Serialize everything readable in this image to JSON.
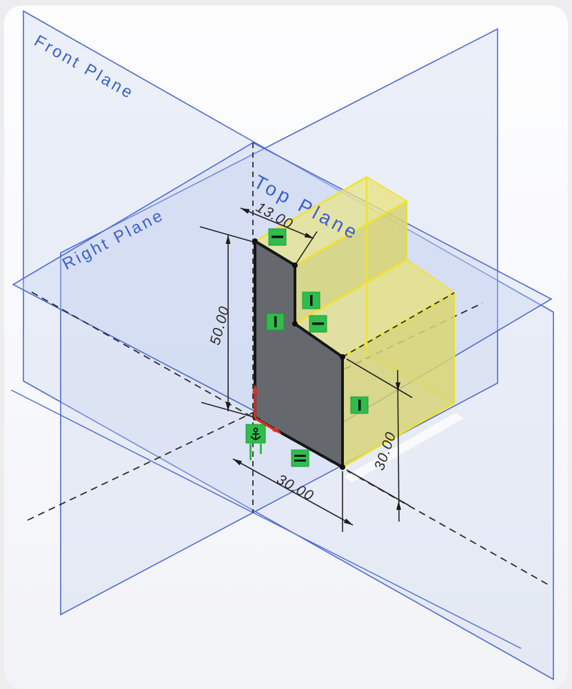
{
  "viewport": {
    "type": "3d-cad-viewport",
    "description": "Isometric CAD view with reference planes, L-shaped sketch profile and yellow extrude preview"
  },
  "planes": {
    "front": {
      "label": "Front Plane"
    },
    "right": {
      "label": "Right Plane"
    },
    "top": {
      "label": "Top Plane"
    }
  },
  "dims": {
    "top_width": "13.00",
    "left_height": "50.00",
    "bottom_width": "30.00",
    "right_height": "30.00"
  },
  "sketch": {
    "profile": "L-shaped closed profile",
    "constraints": [
      {
        "type": "horizontal",
        "location": "top-edge"
      },
      {
        "type": "vertical",
        "location": "step-vertical-edge"
      },
      {
        "type": "vertical",
        "location": "left-edge"
      },
      {
        "type": "horizontal",
        "location": "step-horizontal-edge"
      },
      {
        "type": "vertical",
        "location": "right-edge"
      },
      {
        "type": "fixed",
        "location": "origin"
      },
      {
        "type": "equal",
        "location": "bottom-edge"
      }
    ]
  },
  "colors": {
    "background": "#ededef",
    "plane_edge": "#4f6ad2",
    "plane_fill": "rgba(197,207,240,0.30)",
    "plane_label": "#3c5fd0",
    "solid_edge": "#f0e32e",
    "solid_fill_light": "rgba(233,228,135,0.72)",
    "solid_fill_dark": "rgba(215,211,112,0.78)",
    "sketch_fill": "#65686c",
    "sketch_edge": "#161616",
    "constraint_green": "#2fbd4b",
    "origin_red": "#e03020",
    "dimension_color": "#222222"
  }
}
